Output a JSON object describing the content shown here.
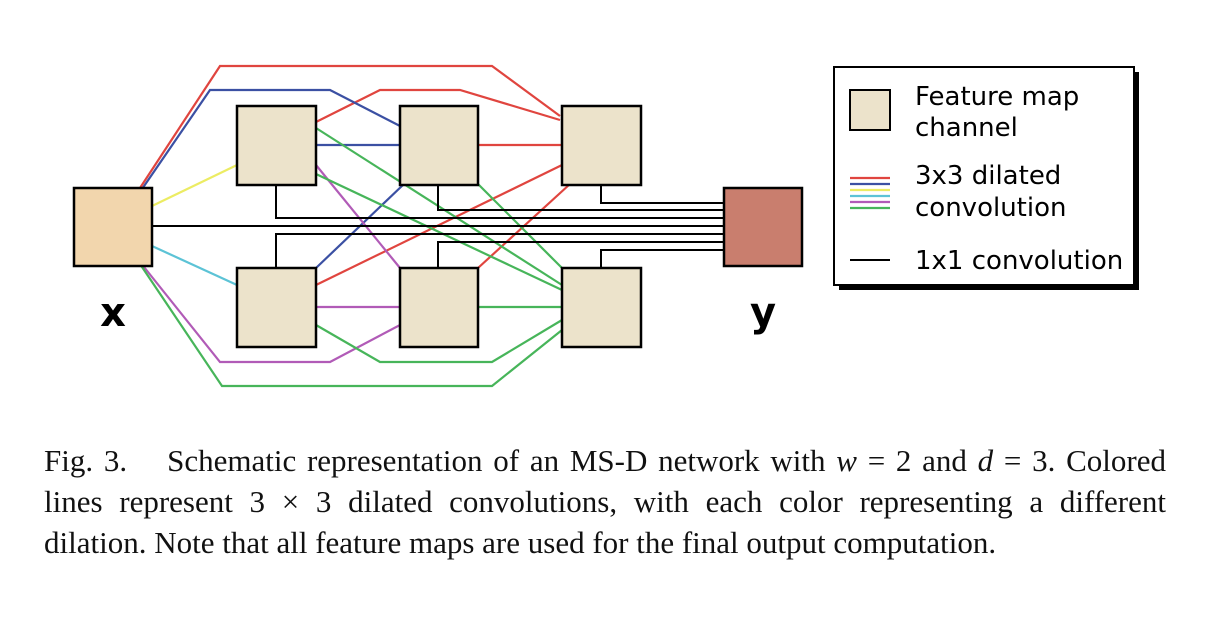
{
  "diagram": {
    "input_label": "x",
    "output_label": "y",
    "colors": {
      "input_fill": "#f2d6ad",
      "feature_fill": "#ece3cb",
      "output_fill": "#c97e6e",
      "dilation_red": "#e0453f",
      "dilation_blue": "#3b50a3",
      "dilation_yellow": "#ecec63",
      "dilation_cyan": "#5cc3d6",
      "dilation_purple": "#b15bb7",
      "dilation_green": "#47b55a",
      "conv1x1": "#000000"
    }
  },
  "legend": {
    "feature_map_line1": "Feature map",
    "feature_map_line2": "channel",
    "dilated_line1": "3x3 dilated",
    "dilated_line2": "convolution",
    "conv1x1": "1x1 convolution"
  },
  "caption": {
    "fig_label": "Fig. 3.",
    "text_1": "Schematic representation of an MS-D network with ",
    "w_var": "w",
    "text_2": " = 2 and ",
    "d_var": "d",
    "text_3": " = 3. Colored lines represent 3 × 3 dilated convolutions, with each color representing a different dilation. Note that all feature maps are used for the final output computation."
  }
}
